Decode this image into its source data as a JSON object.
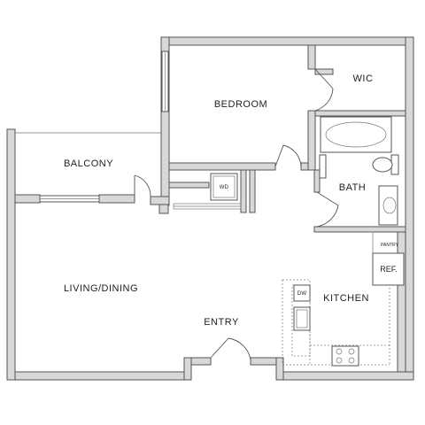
{
  "rooms": {
    "bedroom": "BEDROOM",
    "wic": "WIC",
    "balcony": "BALCONY",
    "bath": "BATH",
    "living_dining": "LIVING/DINING",
    "kitchen": "KITCHEN",
    "entry": "ENTRY"
  },
  "fixtures": {
    "washer_dryer": "WD",
    "dishwasher": "DW",
    "refrigerator": "REF.",
    "pantry": "PANTRY"
  },
  "colors": {
    "wall_fill": "#d8d8d8",
    "line": "#555555",
    "background": "#ffffff"
  }
}
